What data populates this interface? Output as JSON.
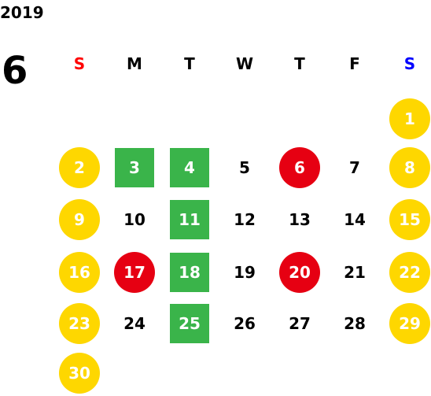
{
  "year": "2019",
  "month": "6",
  "colors": {
    "weekend_circle": "#fed700",
    "holiday_circle": "#e60012",
    "special_square": "#3ab44a",
    "sunday_header": "#ff0000",
    "saturday_header": "#0000ff"
  },
  "weekdays": [
    "S",
    "M",
    "T",
    "W",
    "T",
    "F",
    "S"
  ],
  "weeks": [
    [
      {
        "d": "",
        "s": "none"
      },
      {
        "d": "",
        "s": "none"
      },
      {
        "d": "",
        "s": "none"
      },
      {
        "d": "",
        "s": "none"
      },
      {
        "d": "",
        "s": "none"
      },
      {
        "d": "",
        "s": "none"
      },
      {
        "d": "1",
        "s": "yellow"
      }
    ],
    [
      {
        "d": "2",
        "s": "yellow"
      },
      {
        "d": "3",
        "s": "green"
      },
      {
        "d": "4",
        "s": "green"
      },
      {
        "d": "5",
        "s": "none"
      },
      {
        "d": "6",
        "s": "red"
      },
      {
        "d": "7",
        "s": "none"
      },
      {
        "d": "8",
        "s": "yellow"
      }
    ],
    [
      {
        "d": "9",
        "s": "yellow"
      },
      {
        "d": "10",
        "s": "none"
      },
      {
        "d": "11",
        "s": "green"
      },
      {
        "d": "12",
        "s": "none"
      },
      {
        "d": "13",
        "s": "none"
      },
      {
        "d": "14",
        "s": "none"
      },
      {
        "d": "15",
        "s": "yellow"
      }
    ],
    [
      {
        "d": "16",
        "s": "yellow"
      },
      {
        "d": "17",
        "s": "red"
      },
      {
        "d": "18",
        "s": "green"
      },
      {
        "d": "19",
        "s": "none"
      },
      {
        "d": "20",
        "s": "red"
      },
      {
        "d": "21",
        "s": "none"
      },
      {
        "d": "22",
        "s": "yellow"
      }
    ],
    [
      {
        "d": "23",
        "s": "yellow"
      },
      {
        "d": "24",
        "s": "none"
      },
      {
        "d": "25",
        "s": "green"
      },
      {
        "d": "26",
        "s": "none"
      },
      {
        "d": "27",
        "s": "none"
      },
      {
        "d": "28",
        "s": "none"
      },
      {
        "d": "29",
        "s": "yellow"
      }
    ],
    [
      {
        "d": "30",
        "s": "yellow"
      },
      {
        "d": "",
        "s": "none"
      },
      {
        "d": "",
        "s": "none"
      },
      {
        "d": "",
        "s": "none"
      },
      {
        "d": "",
        "s": "none"
      },
      {
        "d": "",
        "s": "none"
      },
      {
        "d": "",
        "s": "none"
      }
    ]
  ]
}
